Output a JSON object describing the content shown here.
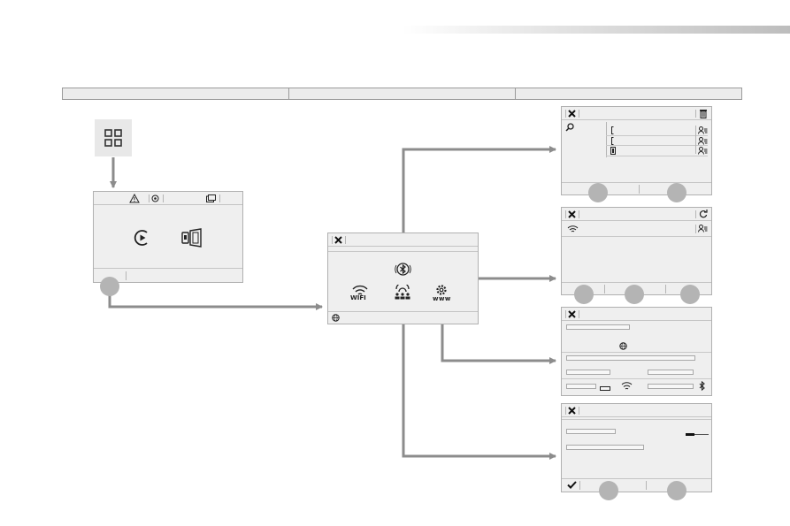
{
  "colors": {
    "panel_bg": "#efefef",
    "panel_border": "#b0b0b0",
    "arrow": "#8c8c8c",
    "badge": "#b4b4b4",
    "header_bg": "#ececec"
  },
  "header": {
    "columns": 3
  },
  "launcher": {
    "icon": "apps-grid-icon"
  },
  "home_screen": {
    "status_icons": [
      "warning-icon",
      "signal-icon",
      "window-icon"
    ],
    "main_icons": [
      "media-play-icon",
      "phone-device-icon"
    ]
  },
  "connectivity_menu": {
    "icons": [
      "close-icon",
      "bluetooth-icon",
      "wifi-icon",
      "users-icon",
      "settings-www-icon",
      "globe-icon"
    ],
    "wifi_label": "WIFI",
    "www_label": "www"
  },
  "screens": [
    {
      "id": "bluetooth-devices",
      "icons": [
        "close-icon",
        "trash-icon",
        "search-icon",
        "phone-icon",
        "phone-icon",
        "tablet-icon",
        "profile-icon"
      ],
      "badges": 2
    },
    {
      "id": "wifi-networks",
      "icons": [
        "close-icon",
        "refresh-icon",
        "wifi-icon",
        "profile-icon"
      ],
      "badges": 3
    },
    {
      "id": "wifi-settings",
      "icons": [
        "close-icon",
        "globe-icon",
        "wifi-icon",
        "bluetooth-icon"
      ],
      "badges": 0
    },
    {
      "id": "connection-sharing",
      "icons": [
        "close-icon",
        "check-icon"
      ],
      "badges": 2
    }
  ]
}
